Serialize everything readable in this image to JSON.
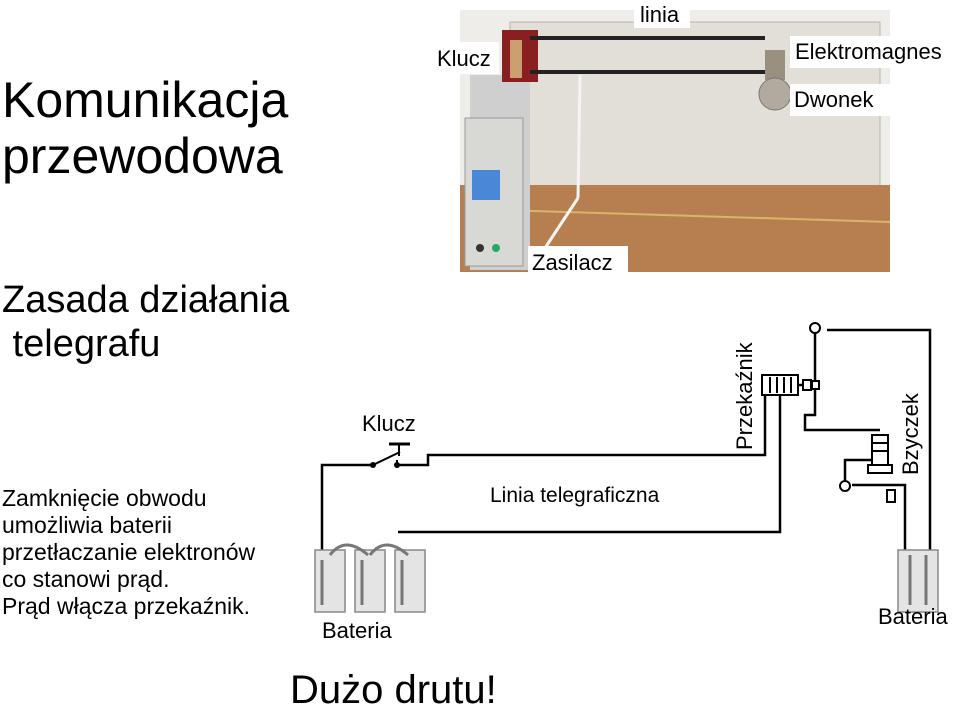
{
  "slide": {
    "title_lines": [
      "Komunikacja",
      "przewodowa"
    ],
    "subtitle_lines": [
      "Zasada działania",
      " telegrafu"
    ],
    "description_lines": [
      "Zamknięcie obwodu",
      "umożliwia baterii",
      "przetłaczanie elektronów",
      "co stanowi prąd.",
      "Prąd włącza przekaźnik."
    ],
    "footer": "Dużo drutu!"
  },
  "photo": {
    "labels": {
      "linia": "linia",
      "klucz": "Klucz",
      "elektromagnes": "Elektromagnes",
      "dwonek": "Dwonek",
      "zasilacz": "Zasilacz"
    }
  },
  "diagram": {
    "labels": {
      "klucz": "Klucz",
      "linia": "Linia telegraficzna",
      "przekaznik": "Przekaźnik",
      "bzyczek": "Bzyczek",
      "bateria_left": "Bateria",
      "bateria_right": "Bateria"
    }
  }
}
